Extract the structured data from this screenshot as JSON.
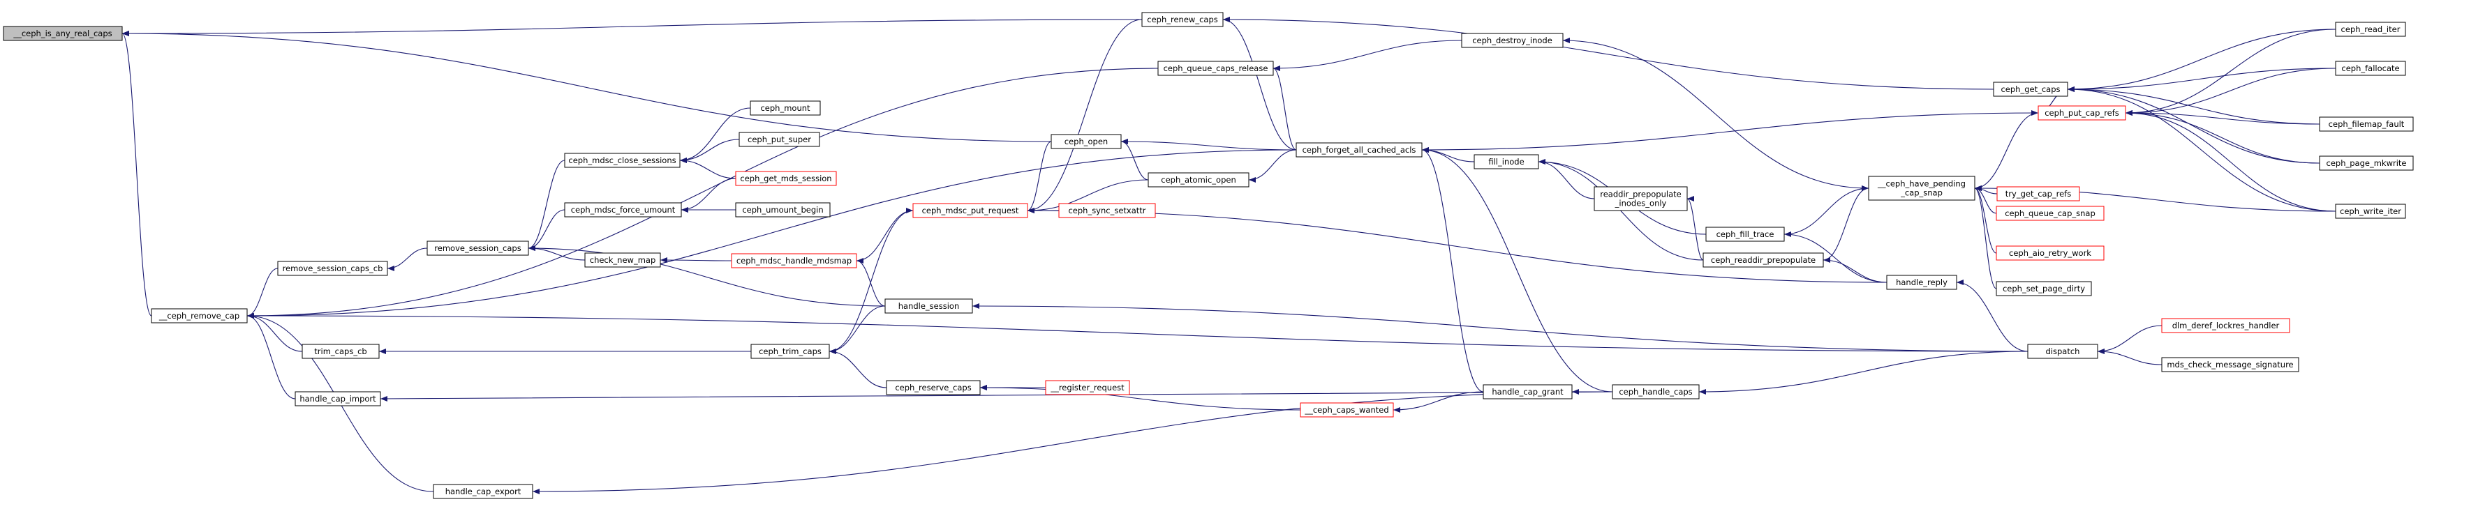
{
  "diagram": {
    "colors": {
      "edge": "#191970",
      "node_border_black": "#000000",
      "node_border_red": "#ff0000",
      "node_fill": "#ffffff",
      "root_fill": "#bfbfbf"
    },
    "nodes": [
      {
        "id": "n_root",
        "label": "__ceph_is_any_real_caps",
        "border": "black",
        "root": true
      },
      {
        "id": "n_ceph_renew_caps",
        "label": "ceph_renew_caps",
        "border": "black"
      },
      {
        "id": "n_ceph_queue_caps_release",
        "label": "ceph_queue_caps_release",
        "border": "black"
      },
      {
        "id": "n_ceph_destroy_inode",
        "label": "ceph_destroy_inode",
        "border": "black"
      },
      {
        "id": "n_ceph_get_caps",
        "label": "ceph_get_caps",
        "border": "black"
      },
      {
        "id": "n_ceph_read_iter",
        "label": "ceph_read_iter",
        "border": "black"
      },
      {
        "id": "n_ceph_fallocate",
        "label": "ceph_fallocate",
        "border": "black"
      },
      {
        "id": "n_ceph_put_cap_refs",
        "label": "ceph_put_cap_refs",
        "border": "red"
      },
      {
        "id": "n_ceph_filemap_fault",
        "label": "ceph_filemap_fault",
        "border": "black"
      },
      {
        "id": "n_ceph_page_mkwrite",
        "label": "ceph_page_mkwrite",
        "border": "black"
      },
      {
        "id": "n_ceph_write_iter",
        "label": "ceph_write_iter",
        "border": "black"
      },
      {
        "id": "n_ceph_mount",
        "label": "ceph_mount",
        "border": "black"
      },
      {
        "id": "n_ceph_put_super",
        "label": "ceph_put_super",
        "border": "black"
      },
      {
        "id": "n_ceph_mdsc_close_sessions",
        "label": "ceph_mdsc_close_sessions",
        "border": "black"
      },
      {
        "id": "n_ceph_get_mds_session",
        "label": "ceph_get_mds_session",
        "border": "red"
      },
      {
        "id": "n_ceph_mdsc_force_umount",
        "label": "ceph_mdsc_force_umount",
        "border": "black"
      },
      {
        "id": "n_ceph_umount_begin",
        "label": "ceph_umount_begin",
        "border": "black"
      },
      {
        "id": "n_remove_session_caps",
        "label": "remove_session_caps",
        "border": "black"
      },
      {
        "id": "n_check_new_map",
        "label": "check_new_map",
        "border": "black"
      },
      {
        "id": "n_remove_session_caps_cb",
        "label": "remove_session_caps_cb",
        "border": "black"
      },
      {
        "id": "n_ceph_remove_cap",
        "label": "__ceph_remove_cap",
        "border": "black"
      },
      {
        "id": "n_trim_caps_cb",
        "label": "trim_caps_cb",
        "border": "black"
      },
      {
        "id": "n_handle_cap_import",
        "label": "handle_cap_import",
        "border": "black"
      },
      {
        "id": "n_handle_cap_export",
        "label": "handle_cap_export",
        "border": "black"
      },
      {
        "id": "n_ceph_open",
        "label": "ceph_open",
        "border": "black"
      },
      {
        "id": "n_ceph_atomic_open",
        "label": "ceph_atomic_open",
        "border": "black"
      },
      {
        "id": "n_ceph_mdsc_put_request",
        "label": "ceph_mdsc_put_request",
        "border": "red"
      },
      {
        "id": "n_ceph_sync_setxattr",
        "label": "ceph_sync_setxattr",
        "border": "red"
      },
      {
        "id": "n_ceph_mdsc_handle_mdsmap",
        "label": "ceph_mdsc_handle_mdsmap",
        "border": "red"
      },
      {
        "id": "n_handle_session",
        "label": "handle_session",
        "border": "black"
      },
      {
        "id": "n_ceph_trim_caps",
        "label": "ceph_trim_caps",
        "border": "black"
      },
      {
        "id": "n_ceph_reserve_caps",
        "label": "ceph_reserve_caps",
        "border": "black"
      },
      {
        "id": "n_register_request",
        "label": "__register_request",
        "border": "red"
      },
      {
        "id": "n_ceph_caps_wanted",
        "label": "__ceph_caps_wanted",
        "border": "red"
      },
      {
        "id": "n_ceph_forget_all_cached_acls",
        "label": "ceph_forget_all_cached_acls",
        "border": "black"
      },
      {
        "id": "n_fill_inode",
        "label": "fill_inode",
        "border": "black"
      },
      {
        "id": "n_readdir_prepopulate_inodes_only",
        "label": "readdir_prepopulate\n_inodes_only",
        "border": "black"
      },
      {
        "id": "n_ceph_fill_trace",
        "label": "ceph_fill_trace",
        "border": "black"
      },
      {
        "id": "n_ceph_readdir_prepopulate",
        "label": "ceph_readdir_prepopulate",
        "border": "black"
      },
      {
        "id": "n_handle_cap_grant",
        "label": "handle_cap_grant",
        "border": "black"
      },
      {
        "id": "n_ceph_handle_caps",
        "label": "ceph_handle_caps",
        "border": "black"
      },
      {
        "id": "n_ceph_have_pending_cap_snap",
        "label": "__ceph_have_pending\n_cap_snap",
        "border": "black"
      },
      {
        "id": "n_try_get_cap_refs",
        "label": "try_get_cap_refs",
        "border": "red"
      },
      {
        "id": "n_ceph_queue_cap_snap",
        "label": "ceph_queue_cap_snap",
        "border": "red"
      },
      {
        "id": "n_ceph_aio_retry_work",
        "label": "ceph_aio_retry_work",
        "border": "red"
      },
      {
        "id": "n_ceph_set_page_dirty",
        "label": "ceph_set_page_dirty",
        "border": "black"
      },
      {
        "id": "n_handle_reply",
        "label": "handle_reply",
        "border": "black"
      },
      {
        "id": "n_dispatch",
        "label": "dispatch",
        "border": "black"
      },
      {
        "id": "n_dlm_deref_lockres_handler",
        "label": "dlm_deref_lockres_handler",
        "border": "red"
      },
      {
        "id": "n_mds_check_message_signature",
        "label": "mds_check_message_signature",
        "border": "black"
      }
    ],
    "edges": [
      [
        "n_root",
        "n_ceph_renew_caps"
      ],
      [
        "n_root",
        "n_ceph_open"
      ],
      [
        "n_root",
        "n_ceph_remove_cap"
      ],
      [
        "n_ceph_renew_caps",
        "n_ceph_get_caps"
      ],
      [
        "n_ceph_renew_caps",
        "n_ceph_forget_all_cached_acls"
      ],
      [
        "n_ceph_mdsc_put_request",
        "n_ceph_renew_caps"
      ],
      [
        "n_ceph_queue_caps_release",
        "n_ceph_destroy_inode"
      ],
      [
        "n_ceph_queue_caps_release",
        "n_ceph_forget_all_cached_acls"
      ],
      [
        "n_ceph_remove_cap",
        "n_ceph_queue_caps_release"
      ],
      [
        "n_ceph_destroy_inode",
        "n_ceph_have_pending_cap_snap"
      ],
      [
        "n_ceph_get_caps",
        "n_ceph_read_iter"
      ],
      [
        "n_ceph_get_caps",
        "n_ceph_fallocate"
      ],
      [
        "n_ceph_get_caps",
        "n_ceph_filemap_fault"
      ],
      [
        "n_ceph_get_caps",
        "n_ceph_page_mkwrite"
      ],
      [
        "n_ceph_get_caps",
        "n_ceph_write_iter"
      ],
      [
        "n_ceph_get_caps",
        "n_ceph_put_cap_refs"
      ],
      [
        "n_ceph_put_cap_refs",
        "n_ceph_get_caps"
      ],
      [
        "n_ceph_put_cap_refs",
        "n_ceph_read_iter"
      ],
      [
        "n_ceph_put_cap_refs",
        "n_ceph_fallocate"
      ],
      [
        "n_ceph_put_cap_refs",
        "n_ceph_filemap_fault"
      ],
      [
        "n_ceph_put_cap_refs",
        "n_ceph_page_mkwrite"
      ],
      [
        "n_ceph_put_cap_refs",
        "n_ceph_write_iter"
      ],
      [
        "n_ceph_put_cap_refs",
        "n_ceph_forget_all_cached_acls"
      ],
      [
        "n_ceph_have_pending_cap_snap",
        "n_ceph_put_cap_refs"
      ],
      [
        "n_ceph_have_pending_cap_snap",
        "n_try_get_cap_refs"
      ],
      [
        "n_ceph_have_pending_cap_snap",
        "n_ceph_queue_cap_snap"
      ],
      [
        "n_ceph_have_pending_cap_snap",
        "n_ceph_aio_retry_work"
      ],
      [
        "n_ceph_have_pending_cap_snap",
        "n_ceph_set_page_dirty"
      ],
      [
        "n_ceph_have_pending_cap_snap",
        "n_ceph_write_iter"
      ],
      [
        "n_ceph_have_pending_cap_snap",
        "n_ceph_fill_trace"
      ],
      [
        "n_ceph_have_pending_cap_snap",
        "n_ceph_readdir_prepopulate"
      ],
      [
        "n_ceph_mdsc_close_sessions",
        "n_ceph_mount"
      ],
      [
        "n_ceph_mdsc_close_sessions",
        "n_ceph_put_super"
      ],
      [
        "n_ceph_mdsc_close_sessions",
        "n_ceph_get_mds_session"
      ],
      [
        "n_ceph_mdsc_force_umount",
        "n_ceph_umount_begin"
      ],
      [
        "n_ceph_mdsc_force_umount",
        "n_ceph_get_mds_session"
      ],
      [
        "n_remove_session_caps",
        "n_ceph_mdsc_close_sessions"
      ],
      [
        "n_remove_session_caps",
        "n_ceph_mdsc_force_umount"
      ],
      [
        "n_remove_session_caps",
        "n_check_new_map"
      ],
      [
        "n_remove_session_caps",
        "n_handle_session"
      ],
      [
        "n_check_new_map",
        "n_ceph_mdsc_handle_mdsmap"
      ],
      [
        "n_remove_session_caps_cb",
        "n_remove_session_caps"
      ],
      [
        "n_ceph_remove_cap",
        "n_remove_session_caps_cb"
      ],
      [
        "n_ceph_remove_cap",
        "n_trim_caps_cb"
      ],
      [
        "n_ceph_remove_cap",
        "n_handle_cap_import"
      ],
      [
        "n_ceph_remove_cap",
        "n_handle_cap_export"
      ],
      [
        "n_ceph_remove_cap",
        "n_ceph_forget_all_cached_acls"
      ],
      [
        "n_ceph_remove_cap",
        "n_dispatch"
      ],
      [
        "n_trim_caps_cb",
        "n_ceph_trim_caps"
      ],
      [
        "n_handle_cap_import",
        "n_ceph_handle_caps"
      ],
      [
        "n_handle_cap_export",
        "n_ceph_handle_caps"
      ],
      [
        "n_ceph_open",
        "n_ceph_atomic_open"
      ],
      [
        "n_ceph_open",
        "n_ceph_forget_all_cached_acls"
      ],
      [
        "n_ceph_mdsc_put_request",
        "n_ceph_open"
      ],
      [
        "n_ceph_atomic_open",
        "n_ceph_forget_all_cached_acls"
      ],
      [
        "n_ceph_mdsc_put_request",
        "n_ceph_atomic_open"
      ],
      [
        "n_ceph_mdsc_put_request",
        "n_ceph_sync_setxattr"
      ],
      [
        "n_ceph_mdsc_put_request",
        "n_ceph_mdsc_handle_mdsmap"
      ],
      [
        "n_ceph_mdsc_put_request",
        "n_handle_reply"
      ],
      [
        "n_ceph_trim_caps",
        "n_ceph_mdsc_put_request"
      ],
      [
        "n_ceph_mdsc_handle_mdsmap",
        "n_handle_session"
      ],
      [
        "n_ceph_trim_caps",
        "n_handle_session"
      ],
      [
        "n_handle_session",
        "n_dispatch"
      ],
      [
        "n_ceph_trim_caps",
        "n_ceph_reserve_caps"
      ],
      [
        "n_ceph_reserve_caps",
        "n_register_request"
      ],
      [
        "n_ceph_reserve_caps",
        "n_ceph_caps_wanted"
      ],
      [
        "n_ceph_caps_wanted",
        "n_handle_cap_grant"
      ],
      [
        "n_ceph_forget_all_cached_acls",
        "n_fill_inode"
      ],
      [
        "n_ceph_forget_all_cached_acls",
        "n_handle_cap_grant"
      ],
      [
        "n_ceph_forget_all_cached_acls",
        "n_ceph_handle_caps"
      ],
      [
        "n_fill_inode",
        "n_ceph_fill_trace"
      ],
      [
        "n_fill_inode",
        "n_readdir_prepopulate_inodes_only"
      ],
      [
        "n_fill_inode",
        "n_ceph_readdir_prepopulate"
      ],
      [
        "n_readdir_prepopulate_inodes_only",
        "n_ceph_readdir_prepopulate"
      ],
      [
        "n_ceph_fill_trace",
        "n_handle_reply"
      ],
      [
        "n_ceph_readdir_prepopulate",
        "n_handle_reply"
      ],
      [
        "n_handle_cap_grant",
        "n_ceph_handle_caps"
      ],
      [
        "n_ceph_handle_caps",
        "n_dispatch"
      ],
      [
        "n_handle_reply",
        "n_dispatch"
      ],
      [
        "n_dispatch",
        "n_dlm_deref_lockres_handler"
      ],
      [
        "n_dispatch",
        "n_mds_check_message_signature"
      ]
    ]
  }
}
